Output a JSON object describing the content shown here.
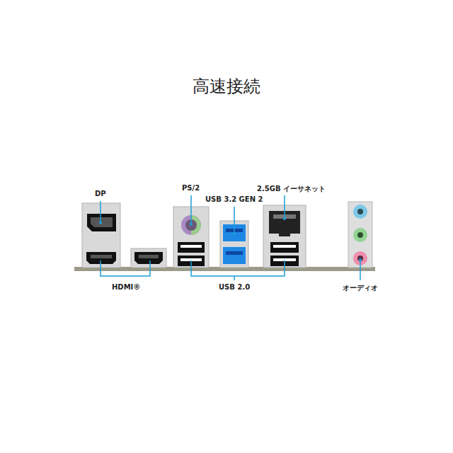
{
  "diagram": {
    "title": "高速接続",
    "labels": [
      "DP",
      "PS/2",
      "2.5GB イーサネット",
      "USB 3.2 GEN 2",
      "HDMI®",
      "USB 2.0",
      "オーディオ"
    ]
  }
}
